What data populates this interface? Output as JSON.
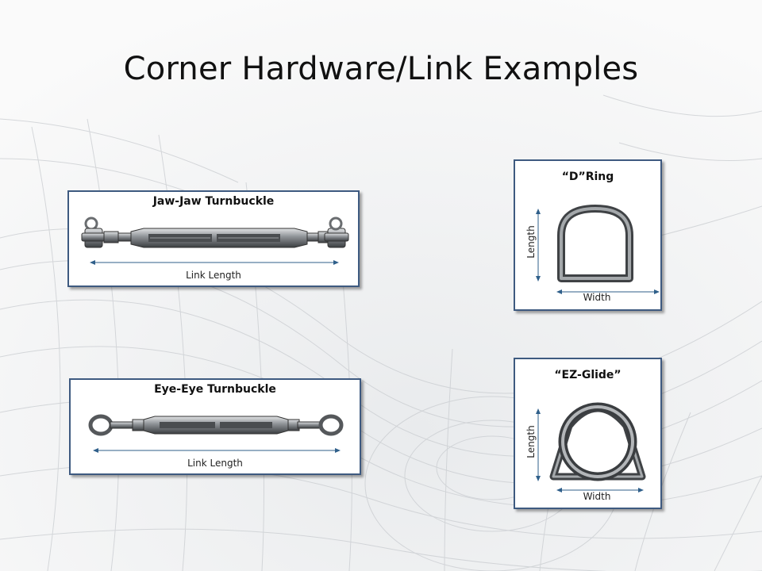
{
  "slide": {
    "title": "Corner Hardware/Link Examples"
  },
  "cards": {
    "jaw_jaw": {
      "title": "Jaw-Jaw Turnbuckle",
      "dimension": "Link Length"
    },
    "eye_eye": {
      "title": "Eye-Eye Turnbuckle",
      "dimension": "Link Length"
    },
    "d_ring": {
      "title": "“D”Ring",
      "length_label": "Length",
      "width_label": "Width"
    },
    "ez_glide": {
      "title": "“EZ-Glide”",
      "length_label": "Length",
      "width_label": "Width"
    }
  },
  "colors": {
    "card_border": "#3e5a80",
    "dimension_line": "#2f5f8a",
    "metal": "#8a8d90"
  }
}
